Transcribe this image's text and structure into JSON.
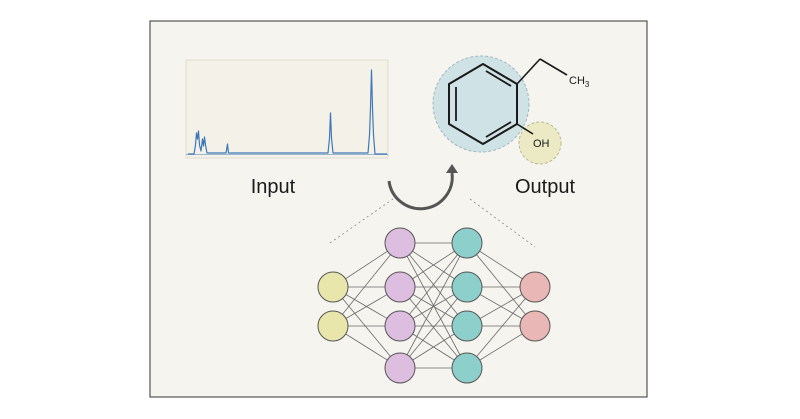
{
  "labels": {
    "input": "Input",
    "output": "Output"
  },
  "molecule": {
    "methyl_main": "CH",
    "methyl_sub": "3",
    "hydroxyl": "OH"
  },
  "network": {
    "layers": [
      2,
      4,
      4,
      2
    ],
    "layer_colors": [
      "#e9e6ac",
      "#ddbde0",
      "#8ccfcb",
      "#eab7b7"
    ]
  },
  "colors": {
    "frame_bg": "#f5f4ef",
    "spectrum_bg": "#f4f2e8",
    "spectrum_line": "#3f78b8",
    "ring_highlight": "#cfe2e6",
    "oh_highlight": "#ece9c5",
    "arrow": "#555555"
  }
}
